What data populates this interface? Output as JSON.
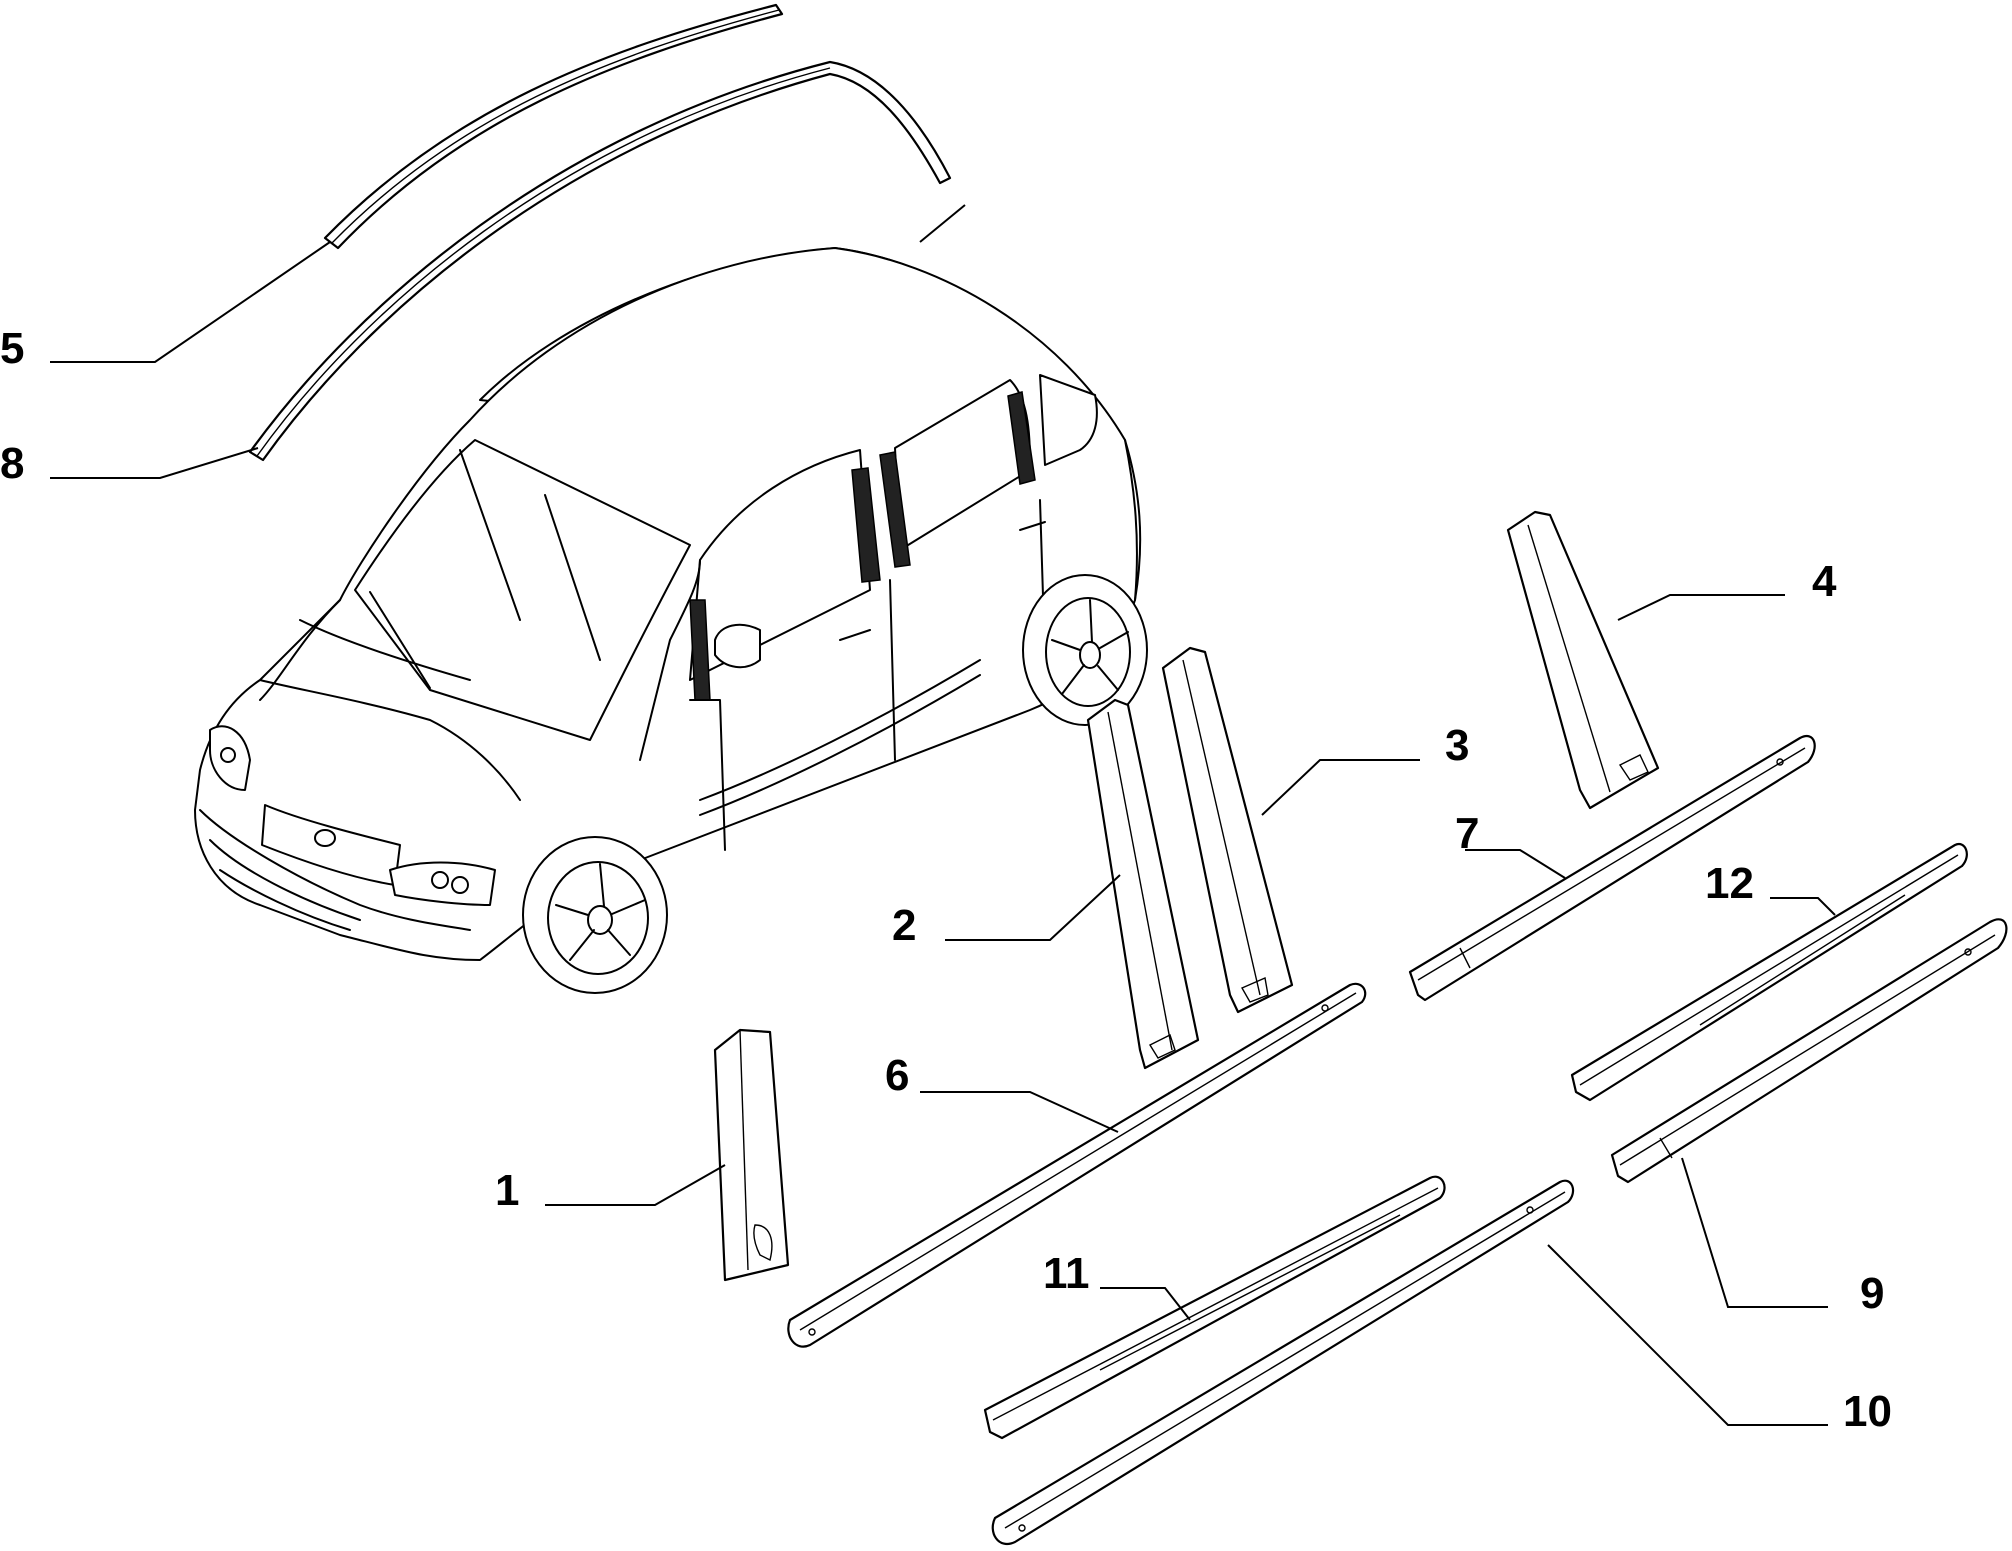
{
  "diagram": {
    "callouts": [
      {
        "id": "part-1",
        "label": "1"
      },
      {
        "id": "part-2",
        "label": "2"
      },
      {
        "id": "part-3",
        "label": "3"
      },
      {
        "id": "part-4",
        "label": "4"
      },
      {
        "id": "part-5",
        "label": "5"
      },
      {
        "id": "part-6",
        "label": "6"
      },
      {
        "id": "part-7",
        "label": "7"
      },
      {
        "id": "part-8",
        "label": "8"
      },
      {
        "id": "part-9",
        "label": "9"
      },
      {
        "id": "part-10",
        "label": "10"
      },
      {
        "id": "part-11",
        "label": "11"
      },
      {
        "id": "part-12",
        "label": "12"
      }
    ]
  }
}
